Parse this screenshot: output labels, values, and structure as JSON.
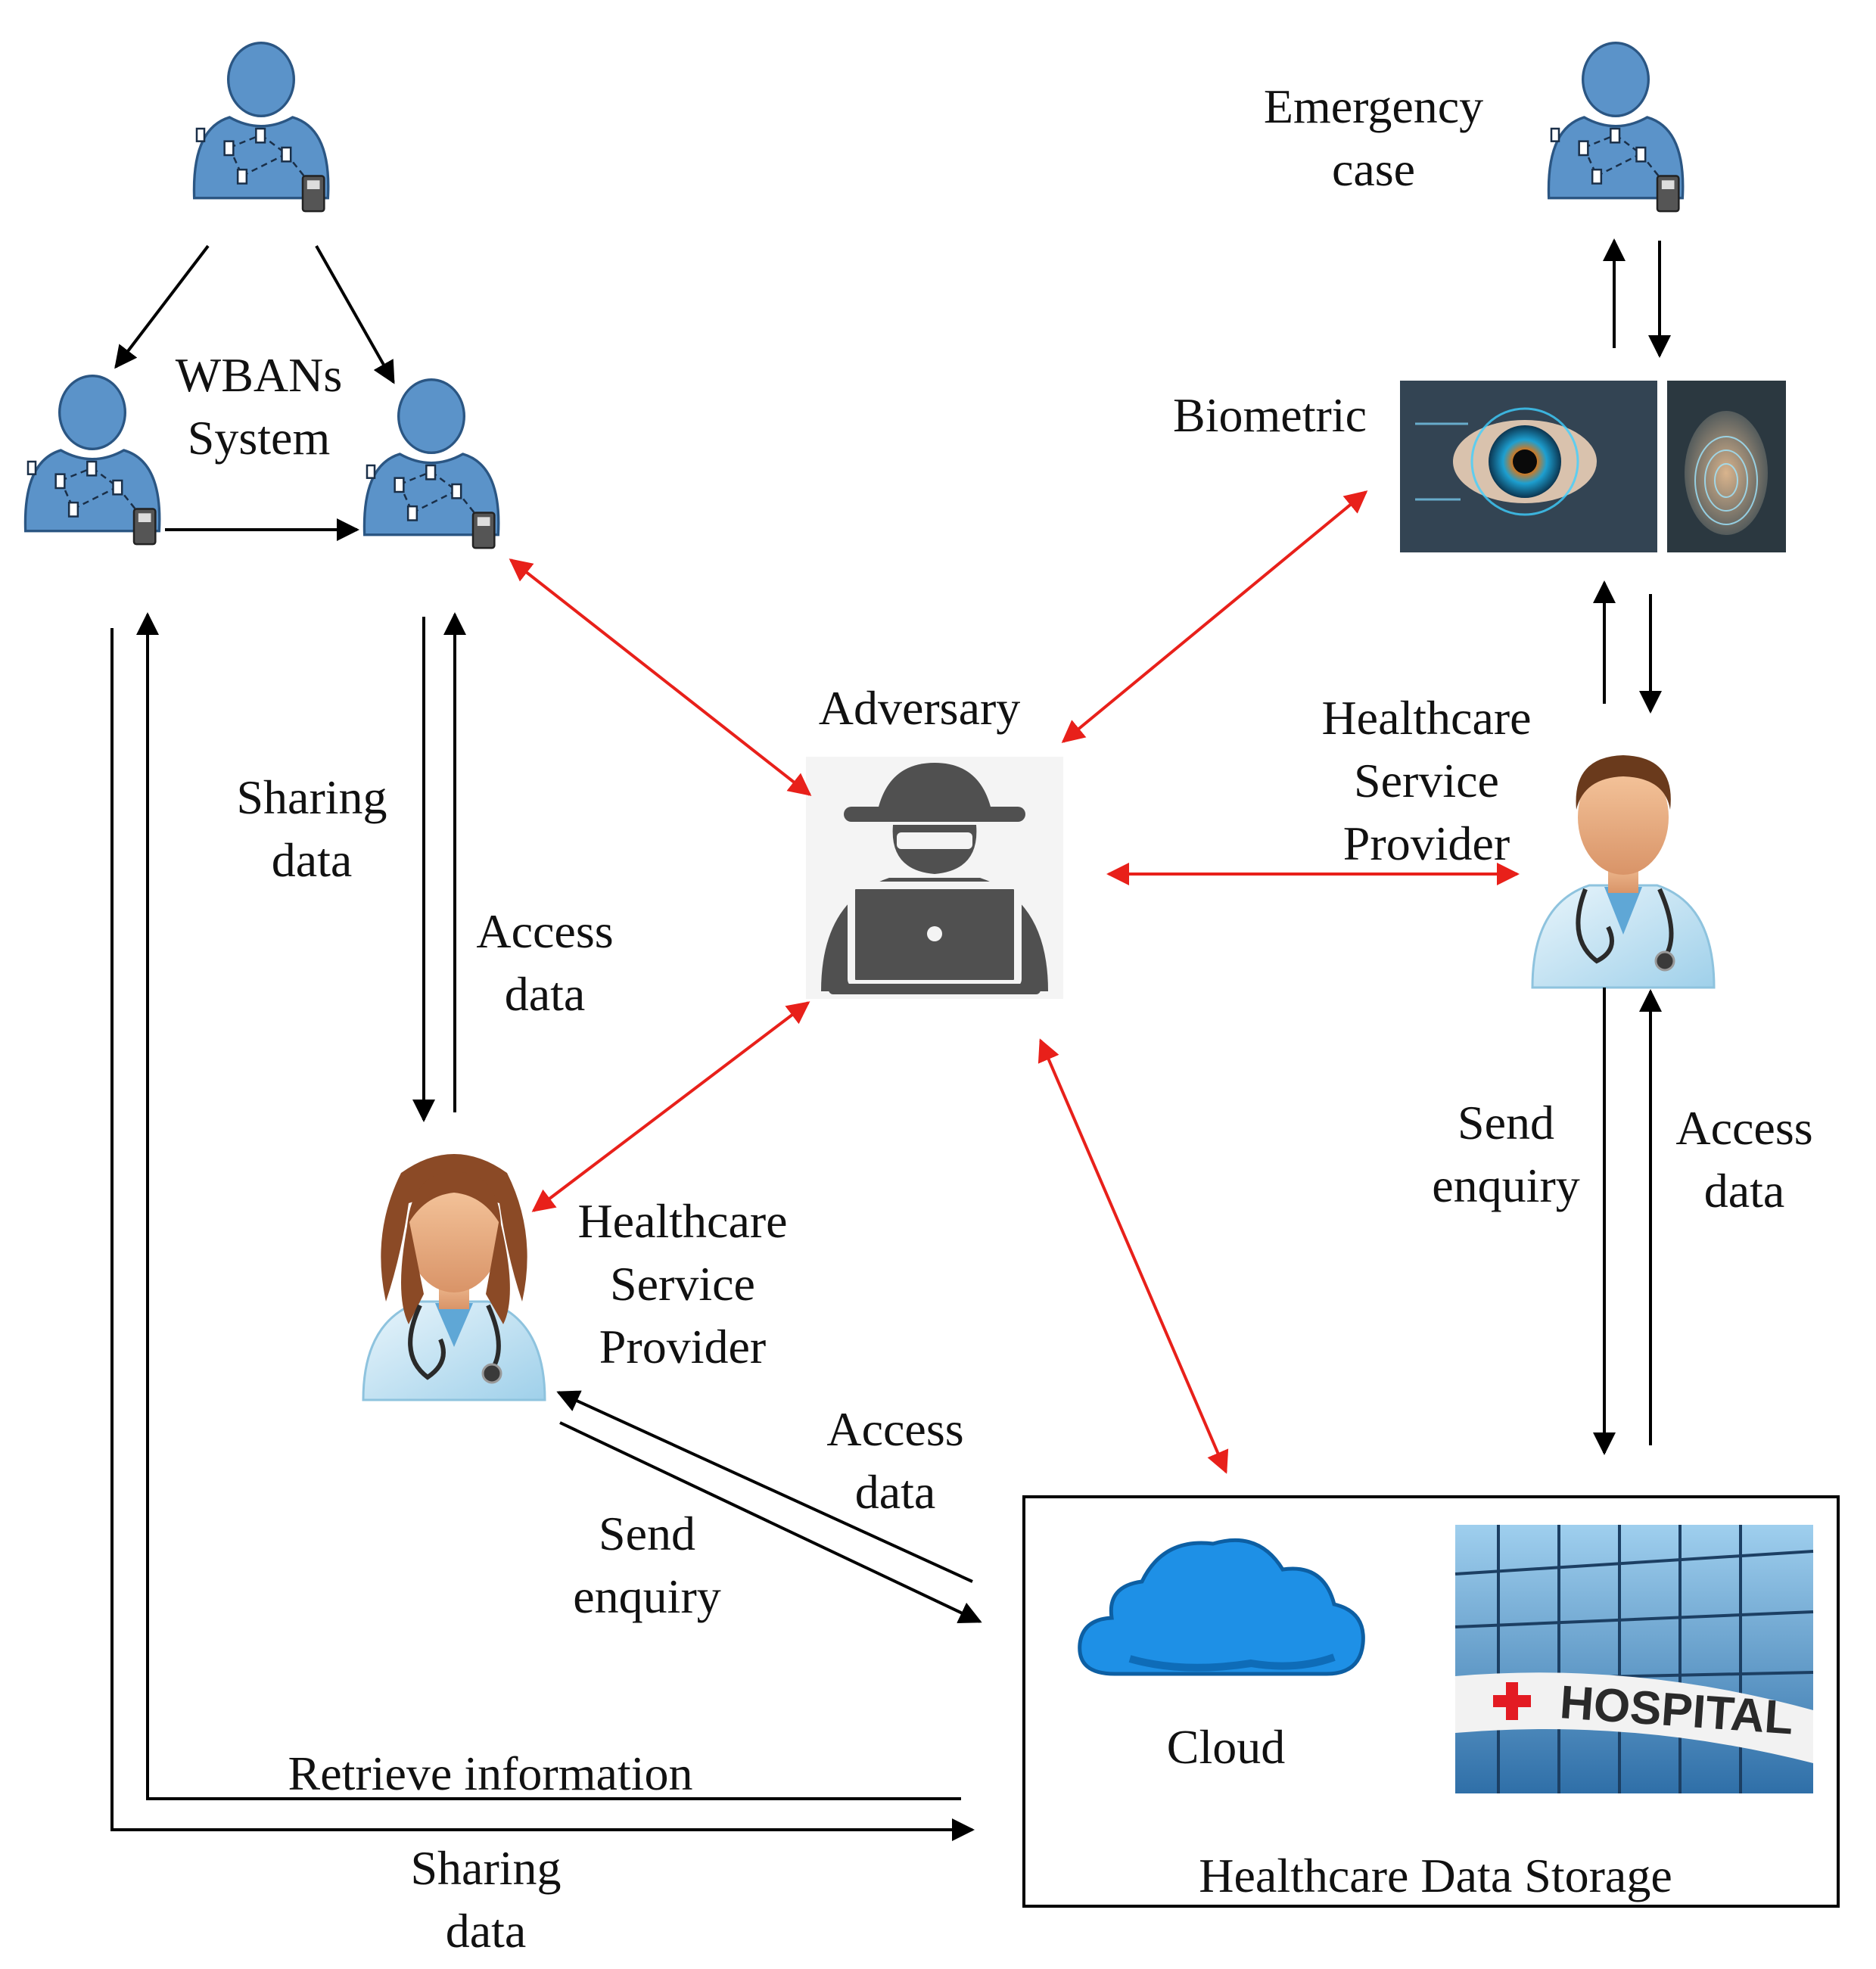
{
  "labels": {
    "wbans_line1": "WBANs",
    "wbans_line2": "System",
    "emergency_line1": "Emergency",
    "emergency_line2": "case",
    "biometric": "Biometric",
    "adversary": "Adversary",
    "hsp_right_line1": "Healthcare",
    "hsp_right_line2": "Service",
    "hsp_right_line3": "Provider",
    "hsp_left_line1": "Healthcare",
    "hsp_left_line2": "Service",
    "hsp_left_line3": "Provider",
    "sharing_left_line1": "Sharing",
    "sharing_left_line2": "data",
    "access_left_line1": "Access",
    "access_left_line2": "data",
    "send_right_line1": "Send",
    "send_right_line2": "enquiry",
    "access_right_line1": "Access",
    "access_right_line2": "data",
    "access_mid_line1": "Access",
    "access_mid_line2": "data",
    "send_mid_line1": "Send",
    "send_mid_line2": "enquiry",
    "retrieve": "Retrieve information",
    "sharing_bottom_line1": "Sharing",
    "sharing_bottom_line2": "data",
    "cloud": "Cloud",
    "storage": "Healthcare Data Storage",
    "hospital_sign": "HOSPITAL"
  },
  "colors": {
    "attack_arrow": "#e8201a",
    "flow_arrow": "#000000",
    "patient_body": "#5b93c9",
    "cloud": "#1e90e6",
    "hacker": "#505050"
  },
  "icons": {
    "patient": "patient-wban-icon",
    "doctor_female": "female-doctor-icon",
    "doctor_male": "male-doctor-icon",
    "hacker": "hacker-icon",
    "cloud": "cloud-icon",
    "hospital": "hospital-building-icon",
    "eye_scan": "eye-scan-icon",
    "fingerprint": "fingerprint-icon"
  }
}
